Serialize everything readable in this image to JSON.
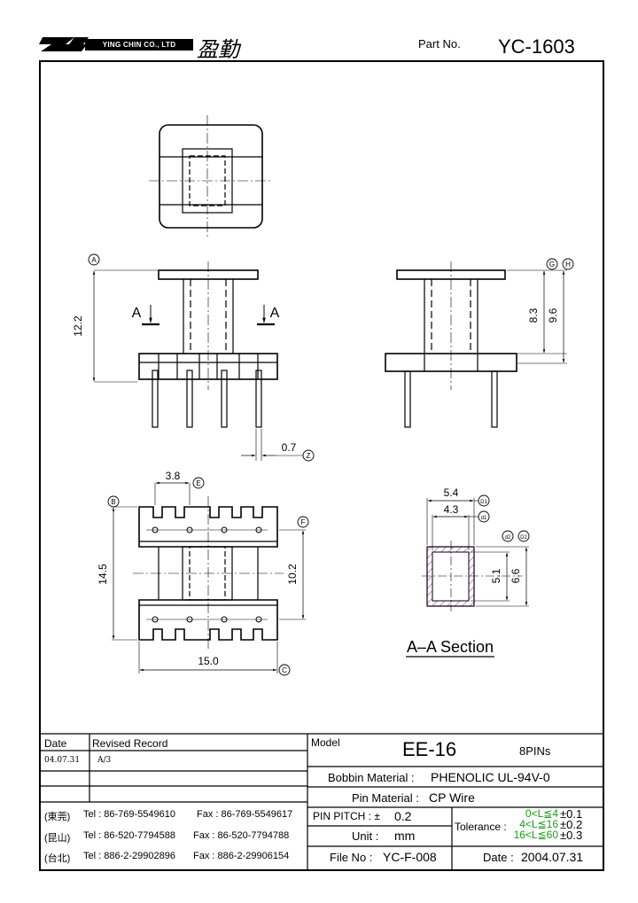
{
  "header": {
    "company_en": "YING CHIN CO., LTD",
    "company_cn": "盈勤",
    "part_no_label": "Part No.",
    "part_no": "YC-1603"
  },
  "drawing": {
    "dims": {
      "d12_2": "12.2",
      "d8_3": "8.3",
      "d9_6": "9.6",
      "d0_7": "0.7",
      "d3_8": "3.8",
      "d14_5": "14.5",
      "d10_2": "10.2",
      "d15_0": "15.0",
      "d5_4": "5.4",
      "d4_3": "4.3",
      "d5_1": "5.1",
      "d6_6": "6.6"
    },
    "markers": {
      "A": "A",
      "B": "B",
      "C": "C",
      "D1": "D1",
      "d1": "d1",
      "d2": "d2",
      "D2": "D2",
      "E": "E",
      "F": "F",
      "G": "G",
      "H": "H",
      "Z": "Z"
    },
    "section_arrow": "A",
    "section_title": "A–A Section"
  },
  "revision": {
    "date_header": "Date",
    "record_header": "Revised Record",
    "rows": [
      {
        "date": "04.07.31",
        "record": "A/3"
      },
      {
        "date": "",
        "record": ""
      },
      {
        "date": "",
        "record": ""
      }
    ]
  },
  "contacts": [
    {
      "loc": "(東莞)",
      "tel": "Tel : 86-769-5549610",
      "fax": "Fax : 86-769-5549617"
    },
    {
      "loc": "(昆山)",
      "tel": "Tel : 86-520-7794588",
      "fax": "Fax : 86-520-7794788"
    },
    {
      "loc": "(台北)",
      "tel": "Tel : 886-2-29902896",
      "fax": "Fax : 886-2-29906154"
    }
  ],
  "spec": {
    "model_label": "Model",
    "model": "EE-16",
    "pins": "8PINs",
    "bobbin_label": "Bobbin  Material :",
    "bobbin": "PHENOLIC UL-94V-0",
    "pin_material_label": "Pin  Material :",
    "pin_material": "CP Wire",
    "pitch_label": "PIN  PITCH : ±",
    "pitch": "0.2",
    "unit_label": "Unit :",
    "unit": "mm",
    "file_label": "File  No :",
    "file": "YC-F-008",
    "tolerance_label": "Tolerance :",
    "tolerance": [
      {
        "range": "0<L≦4",
        "value": "±0.1"
      },
      {
        "range": "4<L≦16",
        "value": "±0.2"
      },
      {
        "range": "16<L≦60",
        "value": "±0.3"
      }
    ],
    "date_label": "Date :",
    "date": "2004.07.31"
  }
}
